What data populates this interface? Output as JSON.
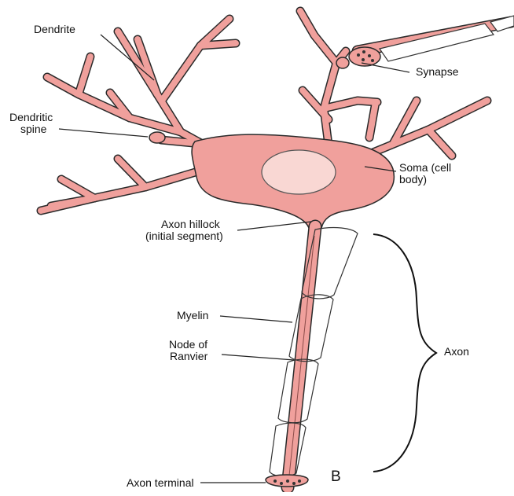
{
  "labels": {
    "dendrite": "Dendrite",
    "dendritic_spine_1": "Dendritic",
    "dendritic_spine_2": "spine",
    "synapse": "Synapse",
    "soma_1": "Soma (cell",
    "soma_2": "body)",
    "hillock_1": "Axon hillock",
    "hillock_2": "(initial segment)",
    "myelin": "Myelin",
    "node_1": "Node of",
    "node_2": "Ranvier",
    "axon": "Axon",
    "axon_terminal": "Axon terminal",
    "panel": "B"
  },
  "colors": {
    "neuron_fill": "#f0a09c",
    "nucleus_fill": "#f9d7d3",
    "outline": "#2a2a2a",
    "myelin_fill": "#ffffff"
  }
}
